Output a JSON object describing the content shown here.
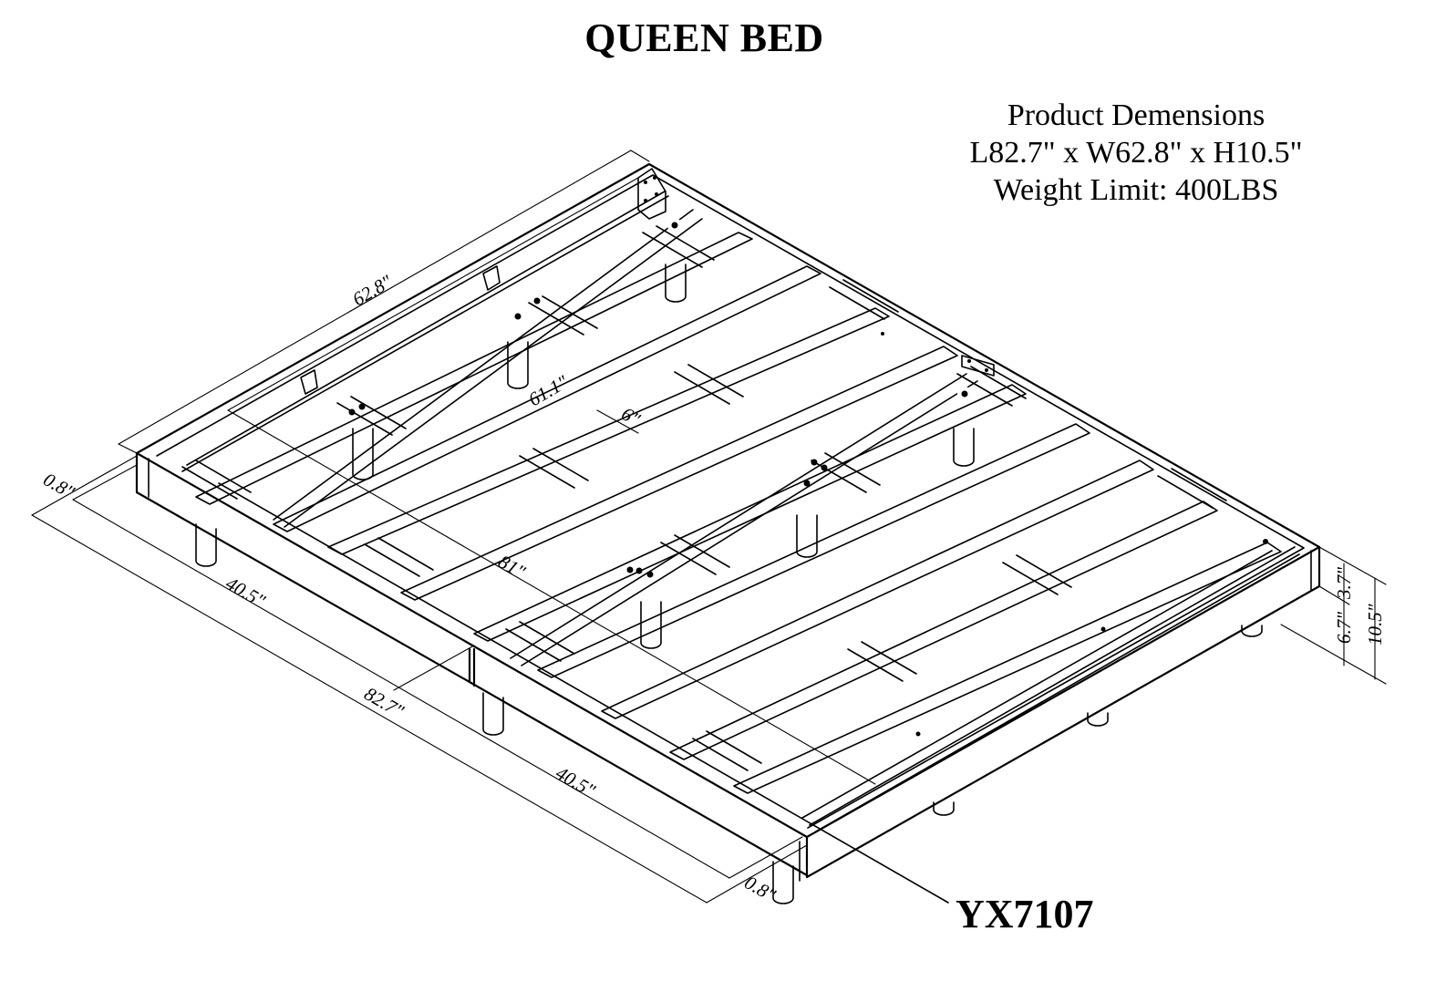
{
  "title": "QUEEN BED",
  "specs": {
    "heading": "Product Demensions",
    "dimensions": "L82.7\" x W62.8\" x H10.5\"",
    "weight_limit": "Weight Limit: 400LBS"
  },
  "model_number": "YX7107",
  "dimension_labels": {
    "width_overall": "62.8\"",
    "inner_width": "61.1\"",
    "slat_spacing": "6\"",
    "inner_length": "81\"",
    "left_edge_thickness": "0.8\"",
    "half_length_top": "40.5\"",
    "length_overall": "82.7\"",
    "half_length_bottom": "40.5\"",
    "front_edge_thickness": "0.8\"",
    "rail_height": "3.7\"",
    "leg_height": "6.7\"",
    "total_height": "10.5\""
  },
  "colors": {
    "line": "#000000",
    "background": "#ffffff"
  }
}
